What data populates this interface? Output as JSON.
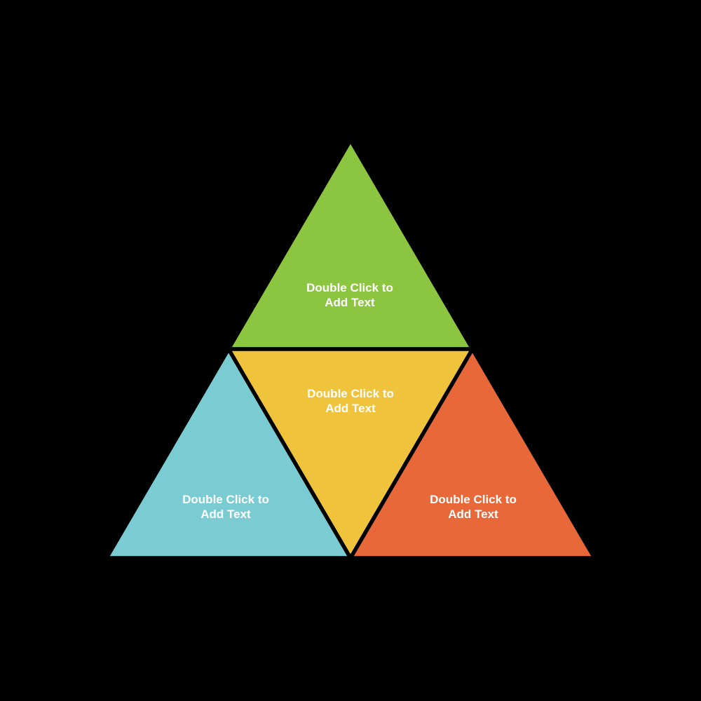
{
  "canvas": {
    "background_color": "#000000"
  },
  "diagram": {
    "type": "segmented-pyramid-triangle",
    "stroke_color": "#000000",
    "sections": [
      {
        "id": "top",
        "position": "top",
        "color": "#8CC640",
        "label": {
          "line1": "Double Click to",
          "line2": "Add Text"
        }
      },
      {
        "id": "center",
        "position": "center-inverted",
        "color": "#F0C33C",
        "label": {
          "line1": "Double Click to",
          "line2": "Add Text"
        }
      },
      {
        "id": "bottom-left",
        "position": "bottom-left",
        "color": "#7ACCD2",
        "label": {
          "line1": "Double Click to",
          "line2": "Add Text"
        }
      },
      {
        "id": "bottom-right",
        "position": "bottom-right",
        "color": "#E8683A",
        "label": {
          "line1": "Double Click to",
          "line2": "Add Text"
        }
      }
    ]
  }
}
